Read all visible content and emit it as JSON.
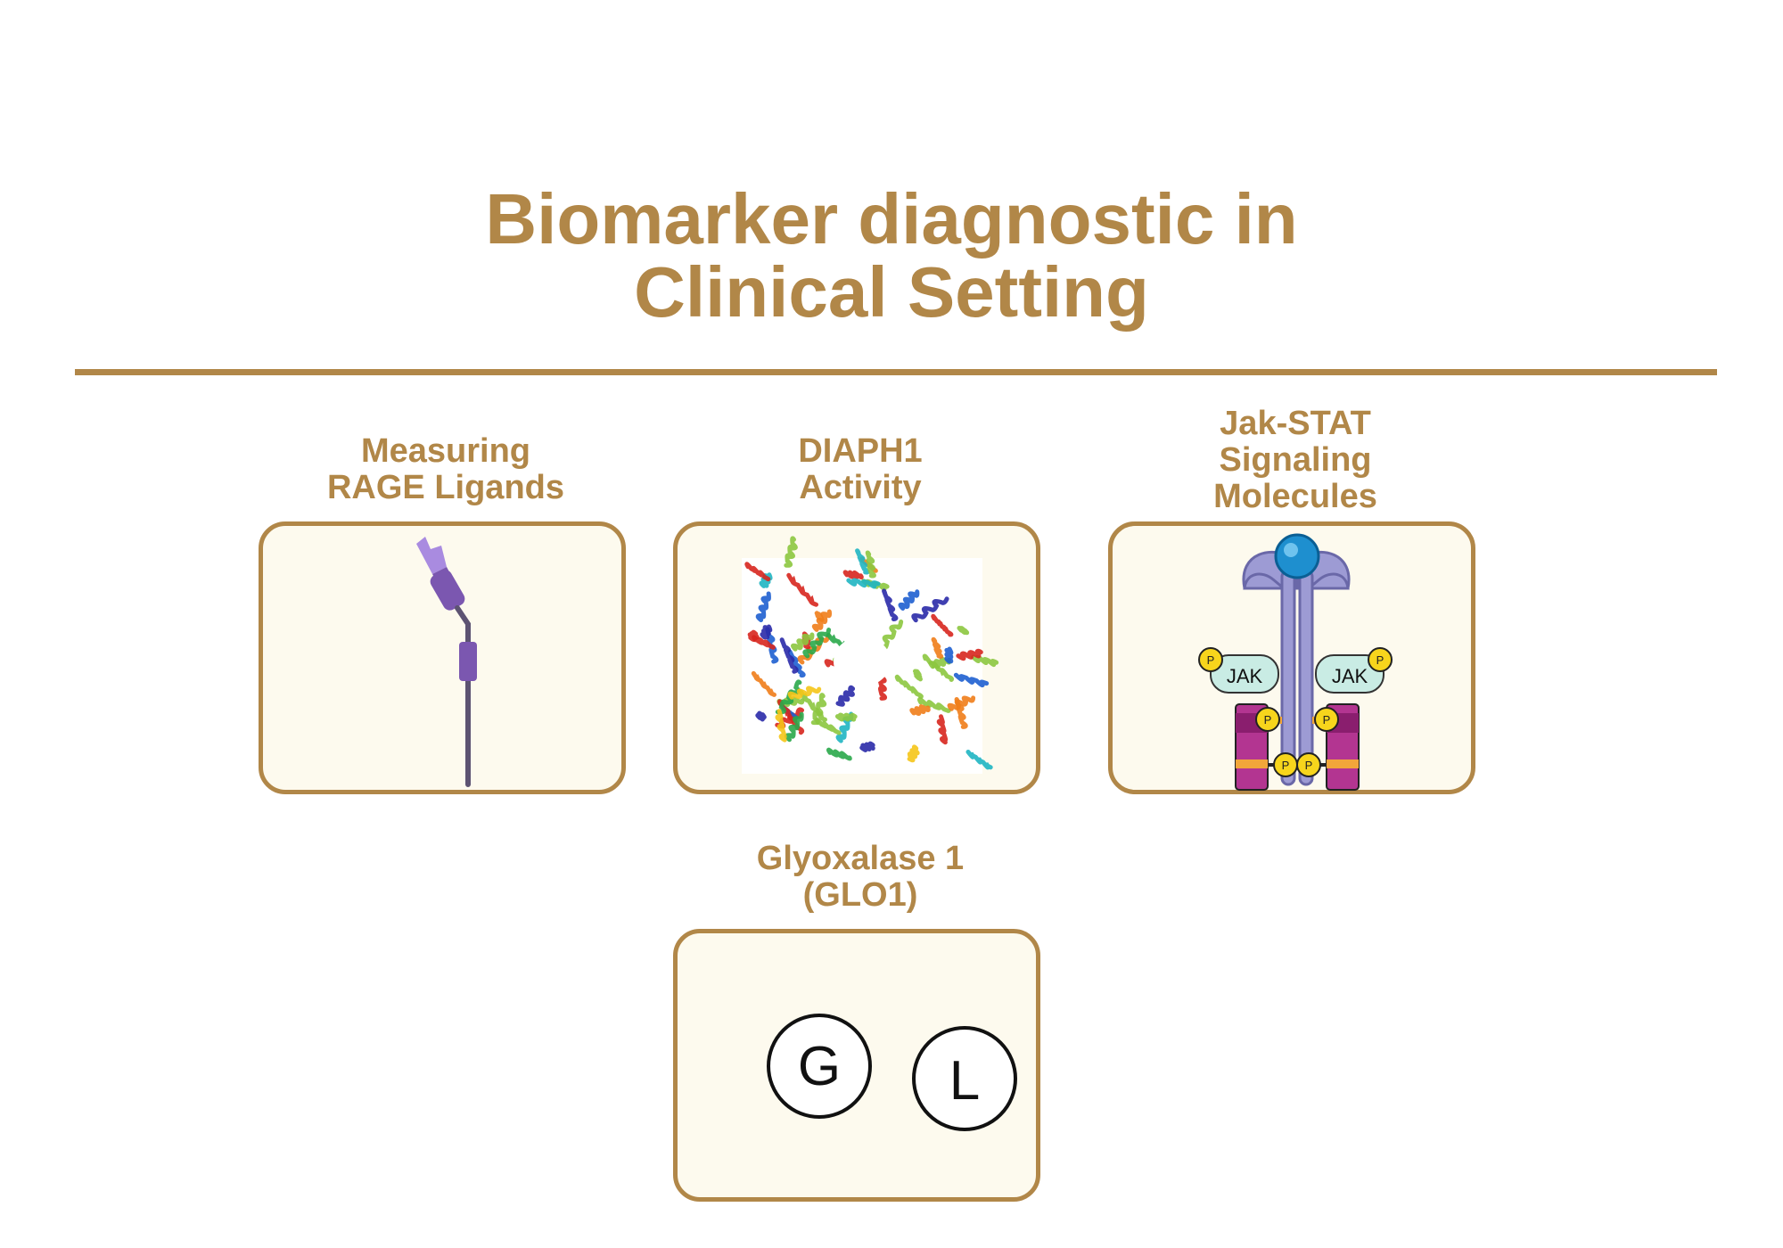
{
  "title": {
    "line1": "Biomarker diagnostic in",
    "line2": "Clinical Setting"
  },
  "cards": [
    {
      "id": "rage",
      "label_lines": [
        "Measuring",
        "RAGE Ligands"
      ],
      "icon": "probe-icon"
    },
    {
      "id": "diaph1",
      "label_lines": [
        "DIAPH1",
        "Activity"
      ],
      "icon": "protein-structure-icon"
    },
    {
      "id": "jakstat",
      "label_lines": [
        "Jak-STAT",
        "Signaling",
        "Molecules"
      ],
      "icon": "receptor-jak-icon",
      "jak_left": "JAK",
      "jak_right": "JAK",
      "phospho": "P"
    },
    {
      "id": "glo1",
      "label_lines": [
        "Glyoxalase 1",
        "(GLO1)"
      ],
      "icon": "letter-circles-icon",
      "letters": [
        "G",
        "L"
      ]
    }
  ],
  "colors": {
    "accent": "#b18748",
    "card_fill": "#fdfaee"
  }
}
